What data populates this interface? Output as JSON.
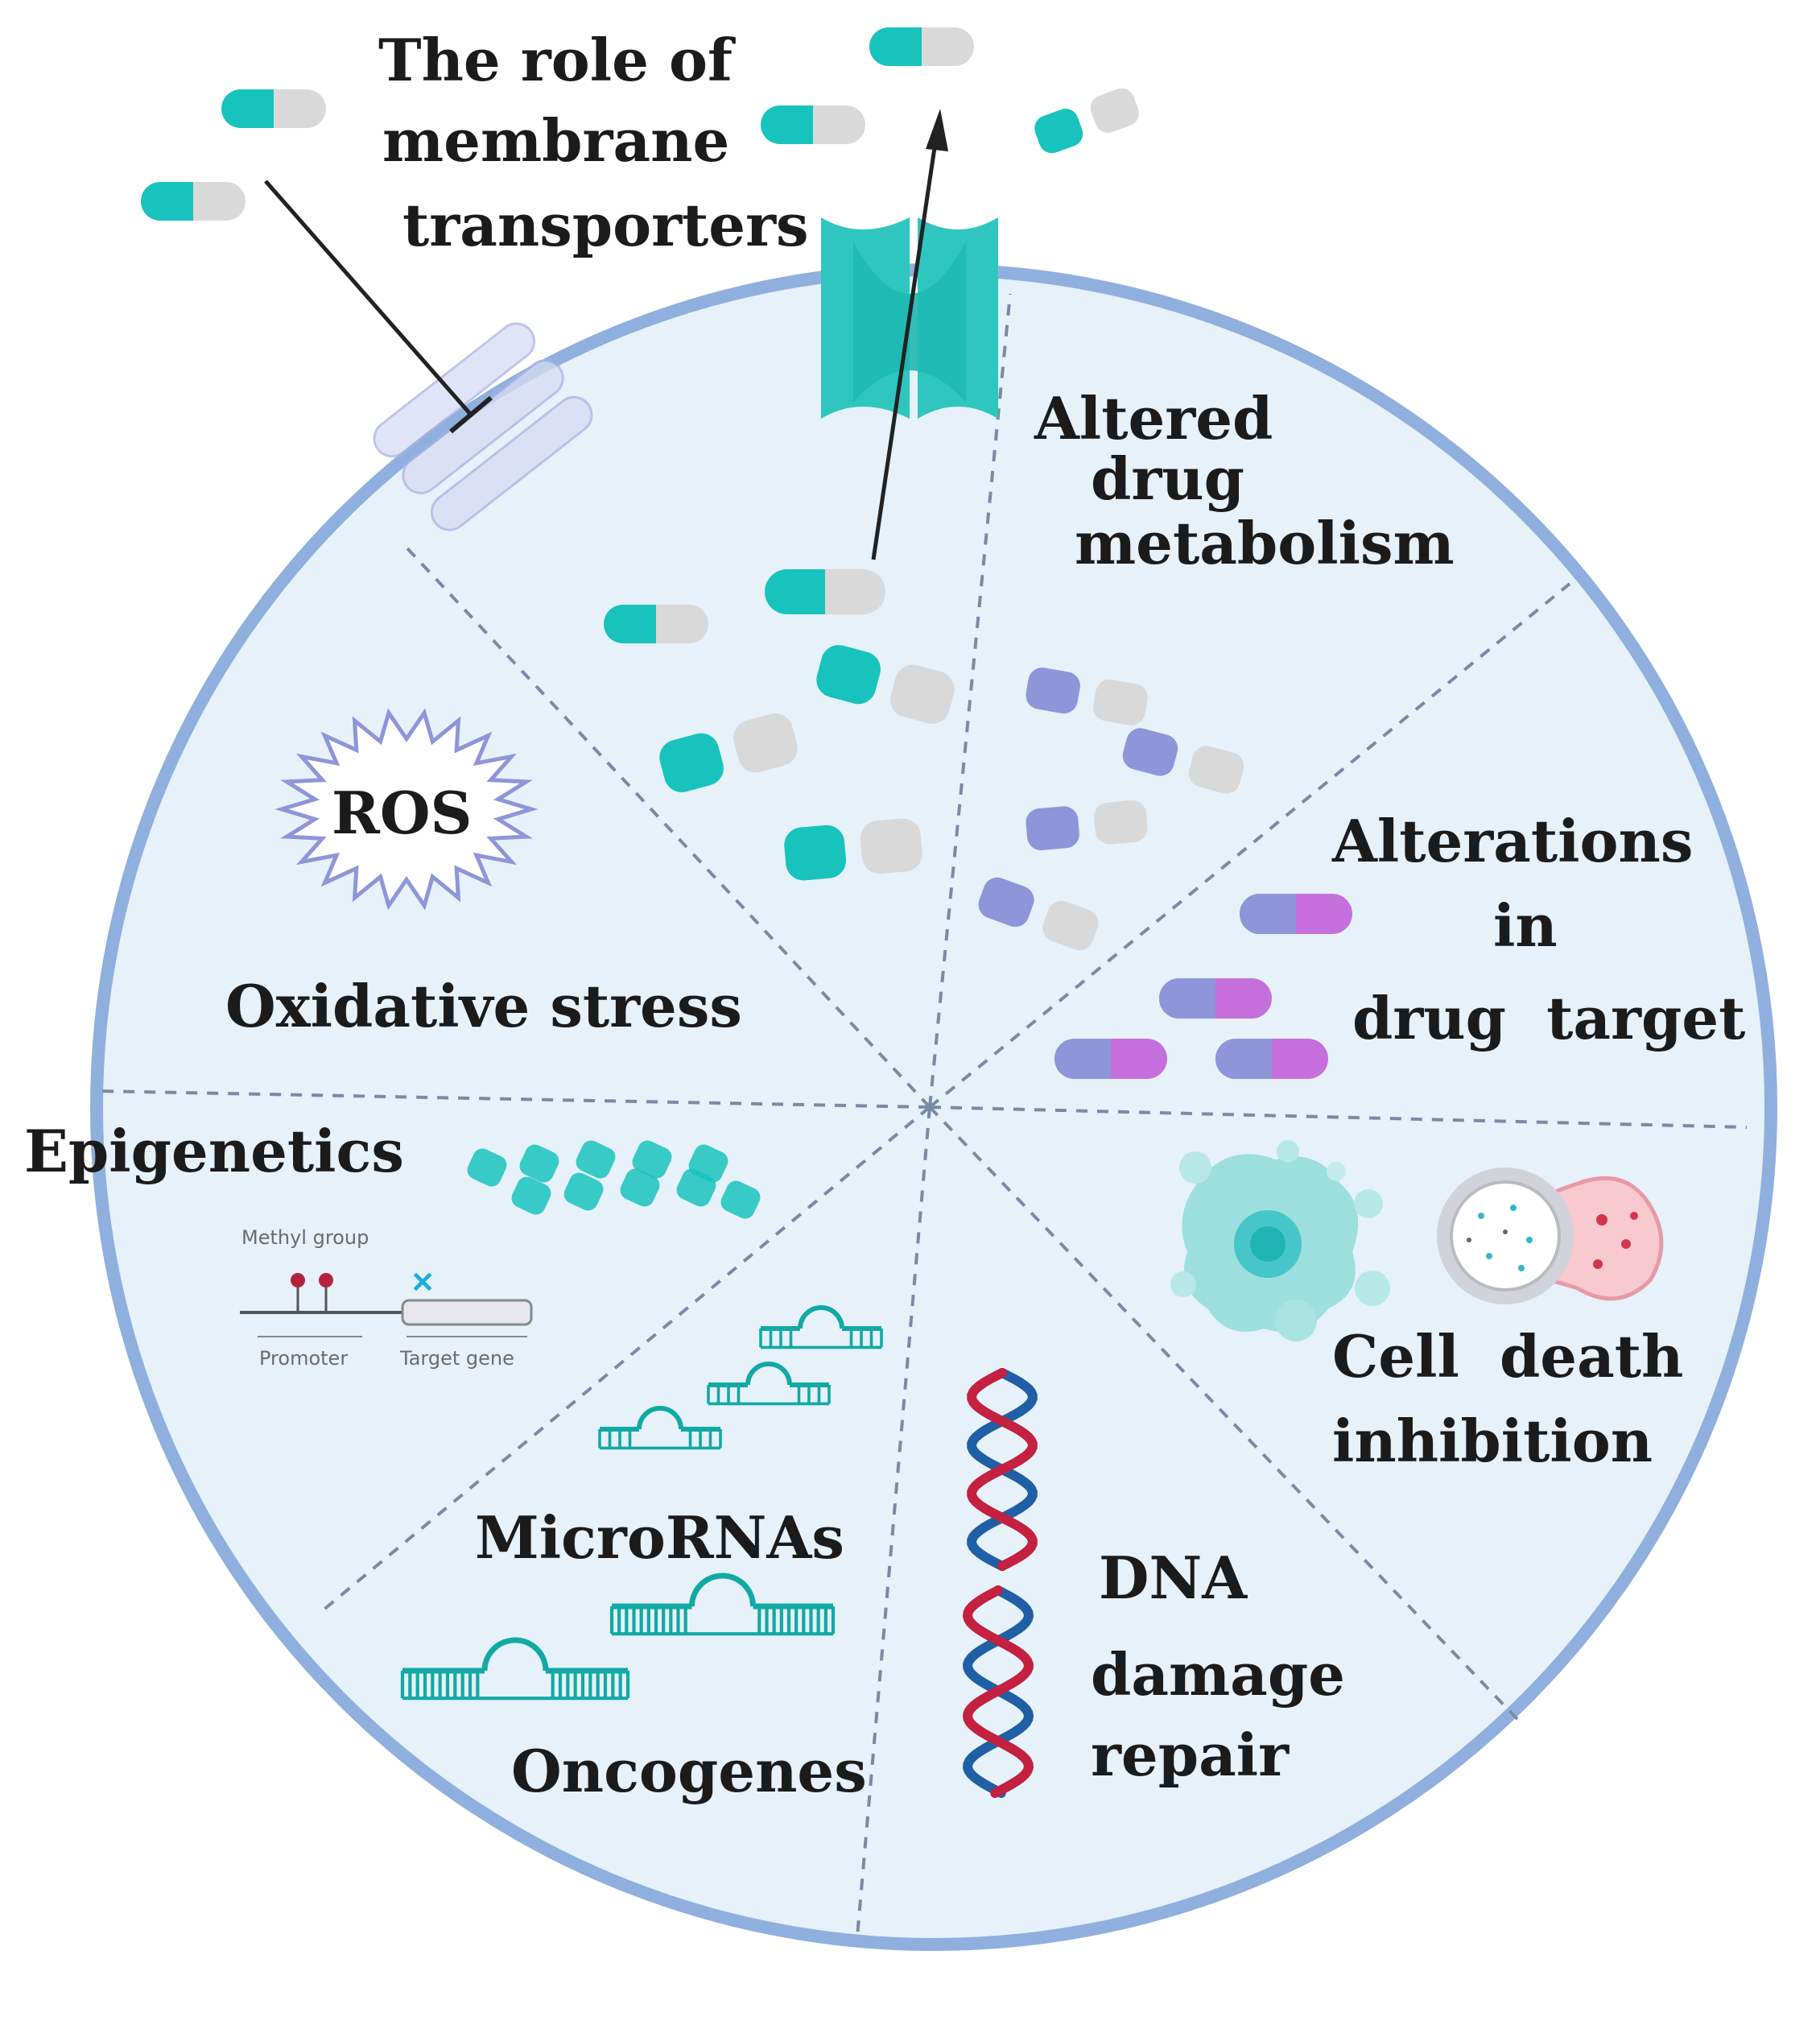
{
  "colors": {
    "circle_fill": "#e6f1fa",
    "circle_stroke": "#8fb0de",
    "teal": "#19c3bd",
    "teal_dark": "#12a9a4",
    "capsule_gray": "#d9d9d9",
    "lavender": "#8e95d9",
    "magenta": "#c56fdc",
    "dna_red": "#c4203f",
    "dna_blue": "#1f5fa6",
    "divider": "#7a8aa3"
  },
  "labels": {
    "transporters": [
      "The role of",
      "membrane",
      "transporters"
    ],
    "metabolism": [
      "Altered",
      "drug",
      "metabolism"
    ],
    "target": [
      "Alterations",
      "in",
      "drug  target"
    ],
    "cell_death": [
      "Cell  death",
      "inhibition"
    ],
    "dna": [
      "DNA",
      "damage",
      "repair"
    ],
    "micrornas": "MicroRNAs",
    "oncogenes": "Oncogenes",
    "epigenetics": "Epigenetics",
    "oxidative": "Oxidative stress",
    "ros": "ROS"
  },
  "epigenetics_diagram": {
    "methyl_group": "Methyl group",
    "promoter": "Promoter",
    "target_gene": "Target gene"
  },
  "icons": [
    "capsule-icon",
    "transporter-channel-icon",
    "ros-burst-icon",
    "dna-helix-icon",
    "microrna-icon",
    "apoptotic-cell-icon",
    "vesicle-icon",
    "nucleosome-icon"
  ]
}
